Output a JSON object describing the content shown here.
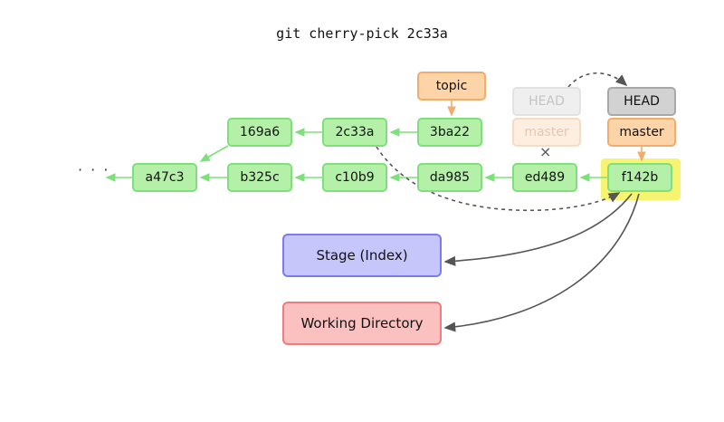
{
  "title": "git cherry-pick 2c33a",
  "ellipsis": "· · ·",
  "commits": {
    "a47c3": "a47c3",
    "b325c": "b325c",
    "c10b9": "c10b9",
    "da985": "da985",
    "ed489": "ed489",
    "f142b": "f142b",
    "169a6": "169a6",
    "2c33a": "2c33a",
    "3ba22": "3ba22"
  },
  "refs": {
    "topic": "topic",
    "head_old": "HEAD",
    "master_old": "master",
    "head": "HEAD",
    "master": "master"
  },
  "areas": {
    "stage": "Stage (Index)",
    "working_directory": "Working Directory"
  },
  "cross_mark": "×",
  "colors": {
    "commit_fill": "#b5f0a8",
    "commit_border": "#7ee07a",
    "branch_fill": "#fdd4a8",
    "branch_border": "#f2ac6b",
    "head_fill": "#d2d2d2",
    "stage_fill": "#c6c6fb",
    "stage_border": "#7b7bef",
    "wd_fill": "#fbc0c0",
    "wd_border": "#ee7e7e",
    "highlight": "#f7f472"
  }
}
